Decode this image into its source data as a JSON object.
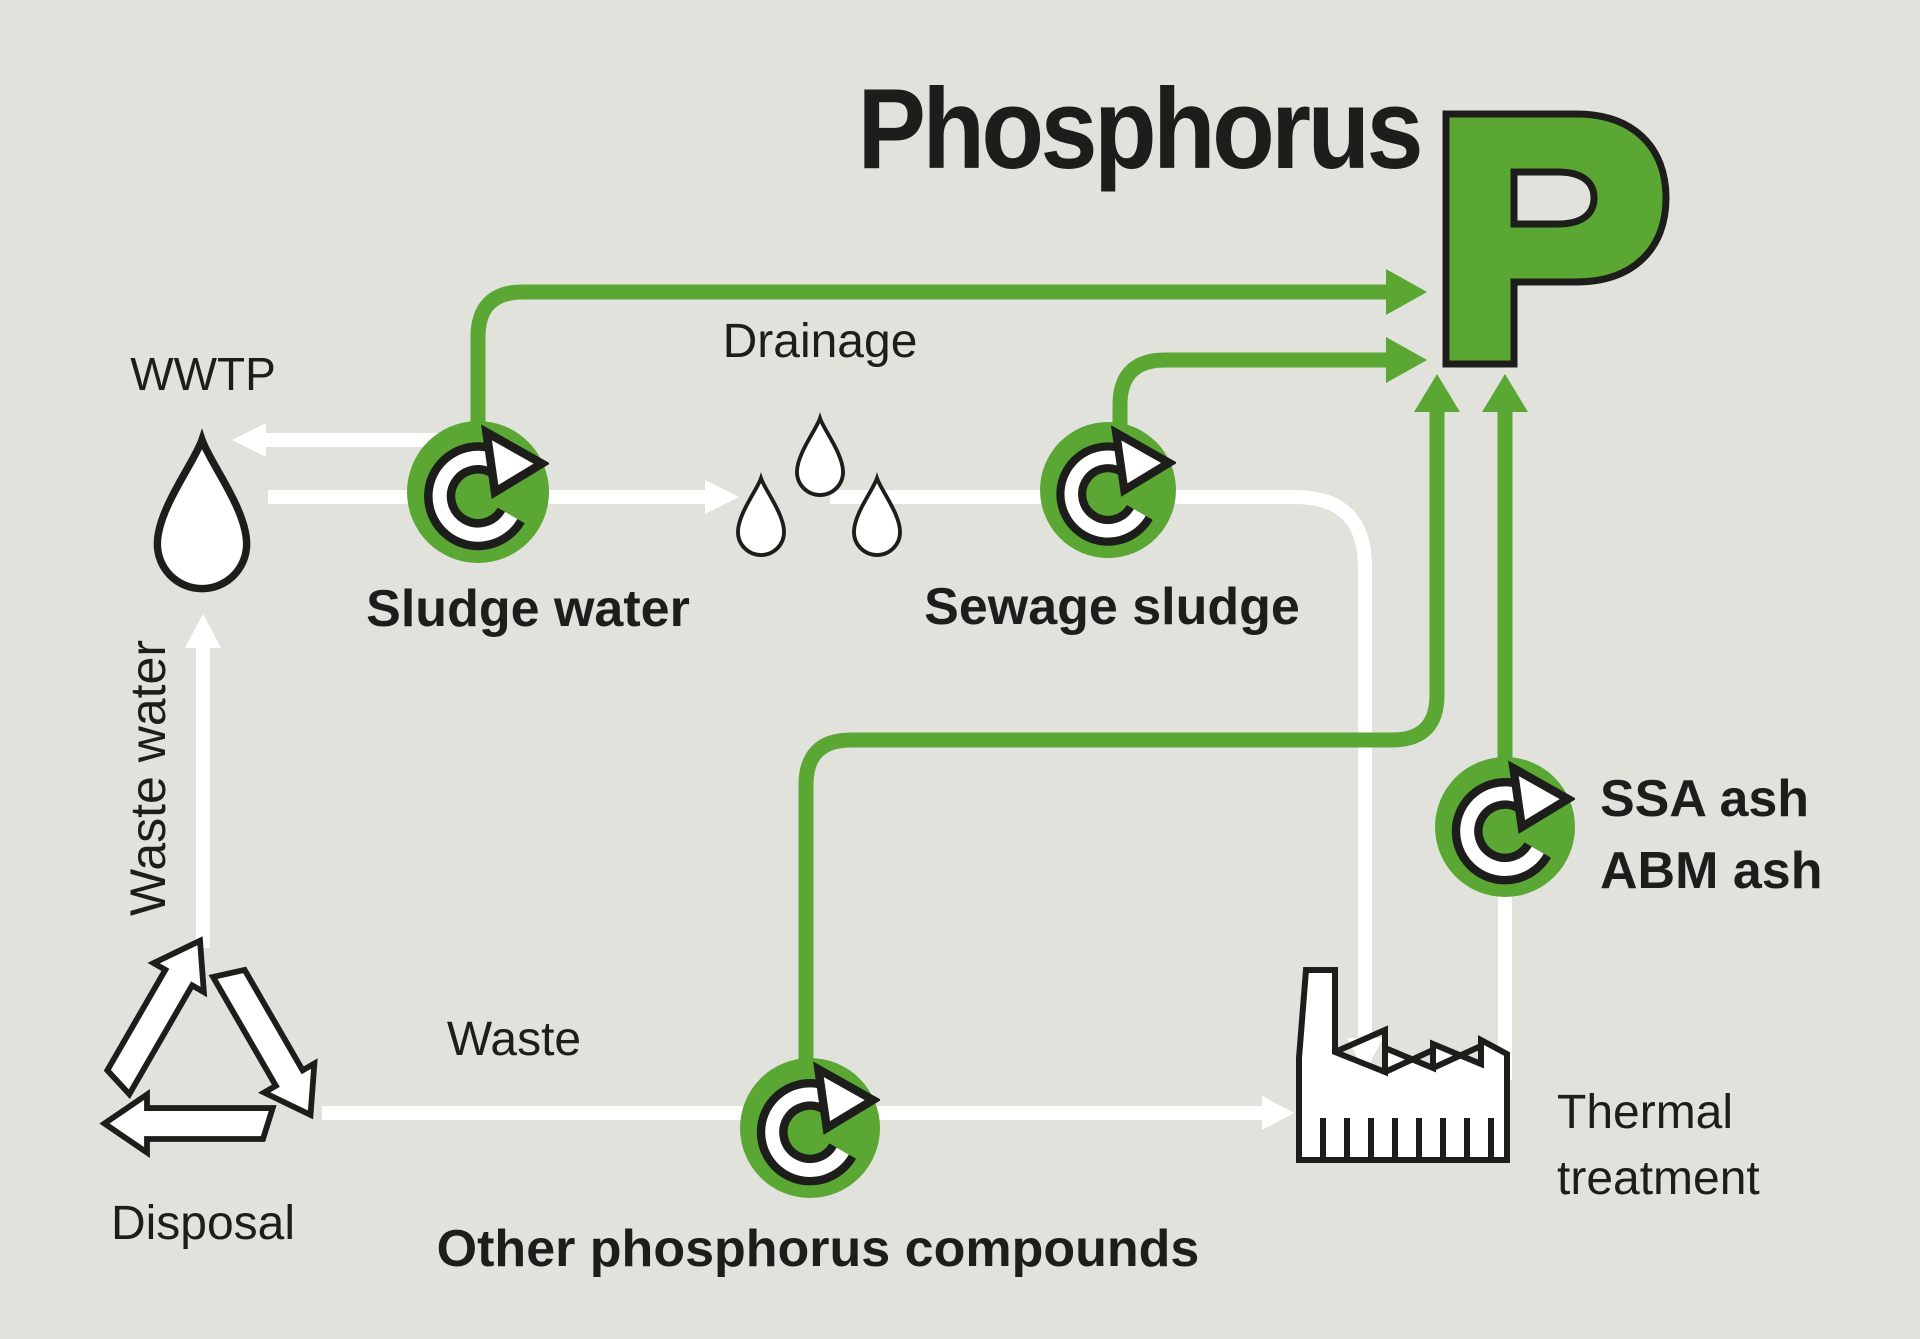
{
  "title": "Phosphorus",
  "phosphorus_symbol": "P",
  "colors": {
    "green": "#5aa733",
    "background": "#e2e2dd",
    "text_dark": "#1d1d1b",
    "line_white": "#ffffff"
  },
  "nodes": {
    "wwtp": {
      "label": "WWTP",
      "icon": "water-drop-icon"
    },
    "drainage": {
      "label": "Drainage",
      "icon": "three-water-drops-icon"
    },
    "sludge_water": {
      "label": "Sludge water",
      "icon": "recycle-circle-icon"
    },
    "sewage_sludge": {
      "label": "Sewage sludge",
      "icon": "recycle-circle-icon"
    },
    "ssa_ash": {
      "label_line1": "SSA ash",
      "label_line2": "ABM ash",
      "icon": "recycle-circle-icon"
    },
    "other_compounds": {
      "label": "Other phosphorus compounds",
      "icon": "recycle-circle-icon"
    },
    "thermal_treatment": {
      "label_line1": "Thermal",
      "label_line2": "treatment",
      "icon": "factory-icon"
    },
    "disposal": {
      "label": "Disposal",
      "icon": "recycle-triangle-icon"
    },
    "waste_water": {
      "label": "Waste water"
    },
    "waste": {
      "label": "Waste"
    }
  },
  "icons": {
    "recycle-circle-icon": "circular rotate-clockwise arrow in green disc",
    "recycle-triangle-icon": "three chasing arrows recycling triangle",
    "water-drop-icon": "outlined water droplet",
    "factory-icon": "factory with chimney and sawtooth roof",
    "phosphorus-letter-icon": "large green letter P"
  },
  "flows": [
    {
      "from": "sludge_water",
      "to": "phosphorus",
      "color": "green"
    },
    {
      "from": "sewage_sludge",
      "to": "phosphorus",
      "color": "green"
    },
    {
      "from": "other_compounds",
      "to": "phosphorus",
      "color": "green"
    },
    {
      "from": "ssa_ash",
      "to": "phosphorus",
      "color": "green"
    },
    {
      "from": "sludge_water",
      "to": "wwtp",
      "color": "white"
    },
    {
      "from": "wwtp",
      "to": "drainage",
      "color": "white"
    },
    {
      "from": "disposal",
      "to": "wwtp",
      "color": "white",
      "label": "waste_water"
    },
    {
      "from": "drainage",
      "to": "thermal_treatment",
      "color": "white"
    },
    {
      "from": "disposal",
      "to": "thermal_treatment",
      "color": "white",
      "label": "waste"
    },
    {
      "from": "ssa_ash",
      "to": "thermal_treatment",
      "color": "white"
    }
  ]
}
